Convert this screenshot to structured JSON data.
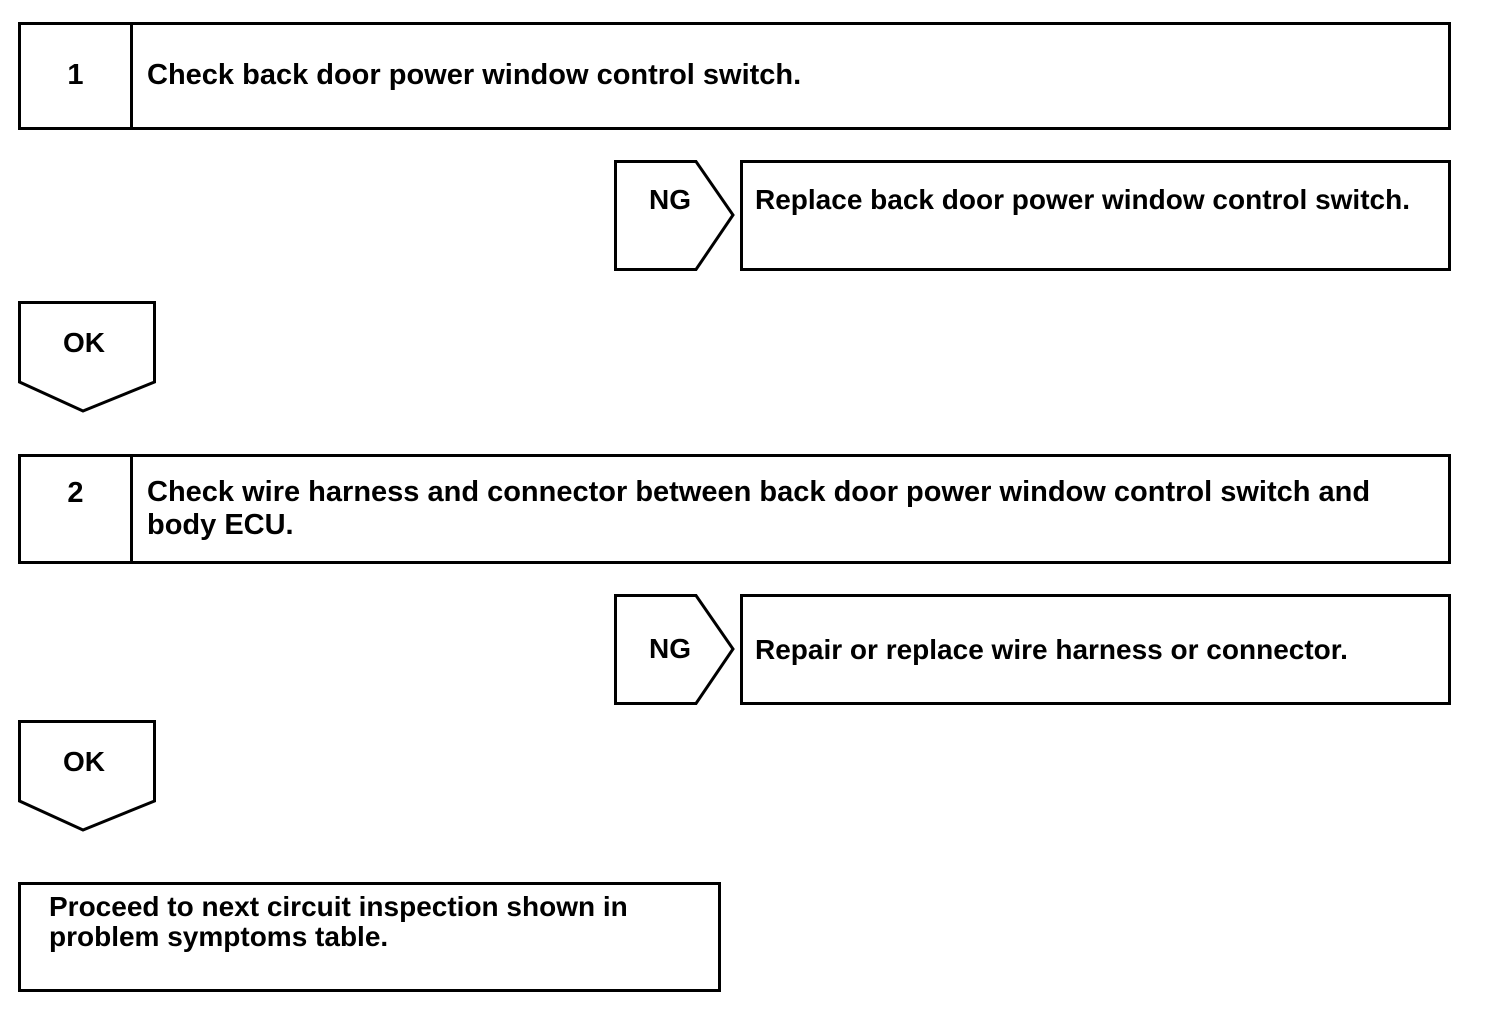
{
  "steps": [
    {
      "number": "1",
      "text": "Check back door power window control switch."
    },
    {
      "number": "2",
      "text": "Check wire harness and connector between back door power window control switch and body ECU."
    }
  ],
  "ng_branches": [
    {
      "label": "NG",
      "action": "Replace back door power window control switch."
    },
    {
      "label": "NG",
      "action": "Repair or replace wire harness or connector."
    }
  ],
  "ok_arrows": [
    {
      "label": "OK"
    },
    {
      "label": "OK"
    }
  ],
  "final": {
    "text": "Proceed to next circuit inspection shown in problem symptoms table."
  }
}
